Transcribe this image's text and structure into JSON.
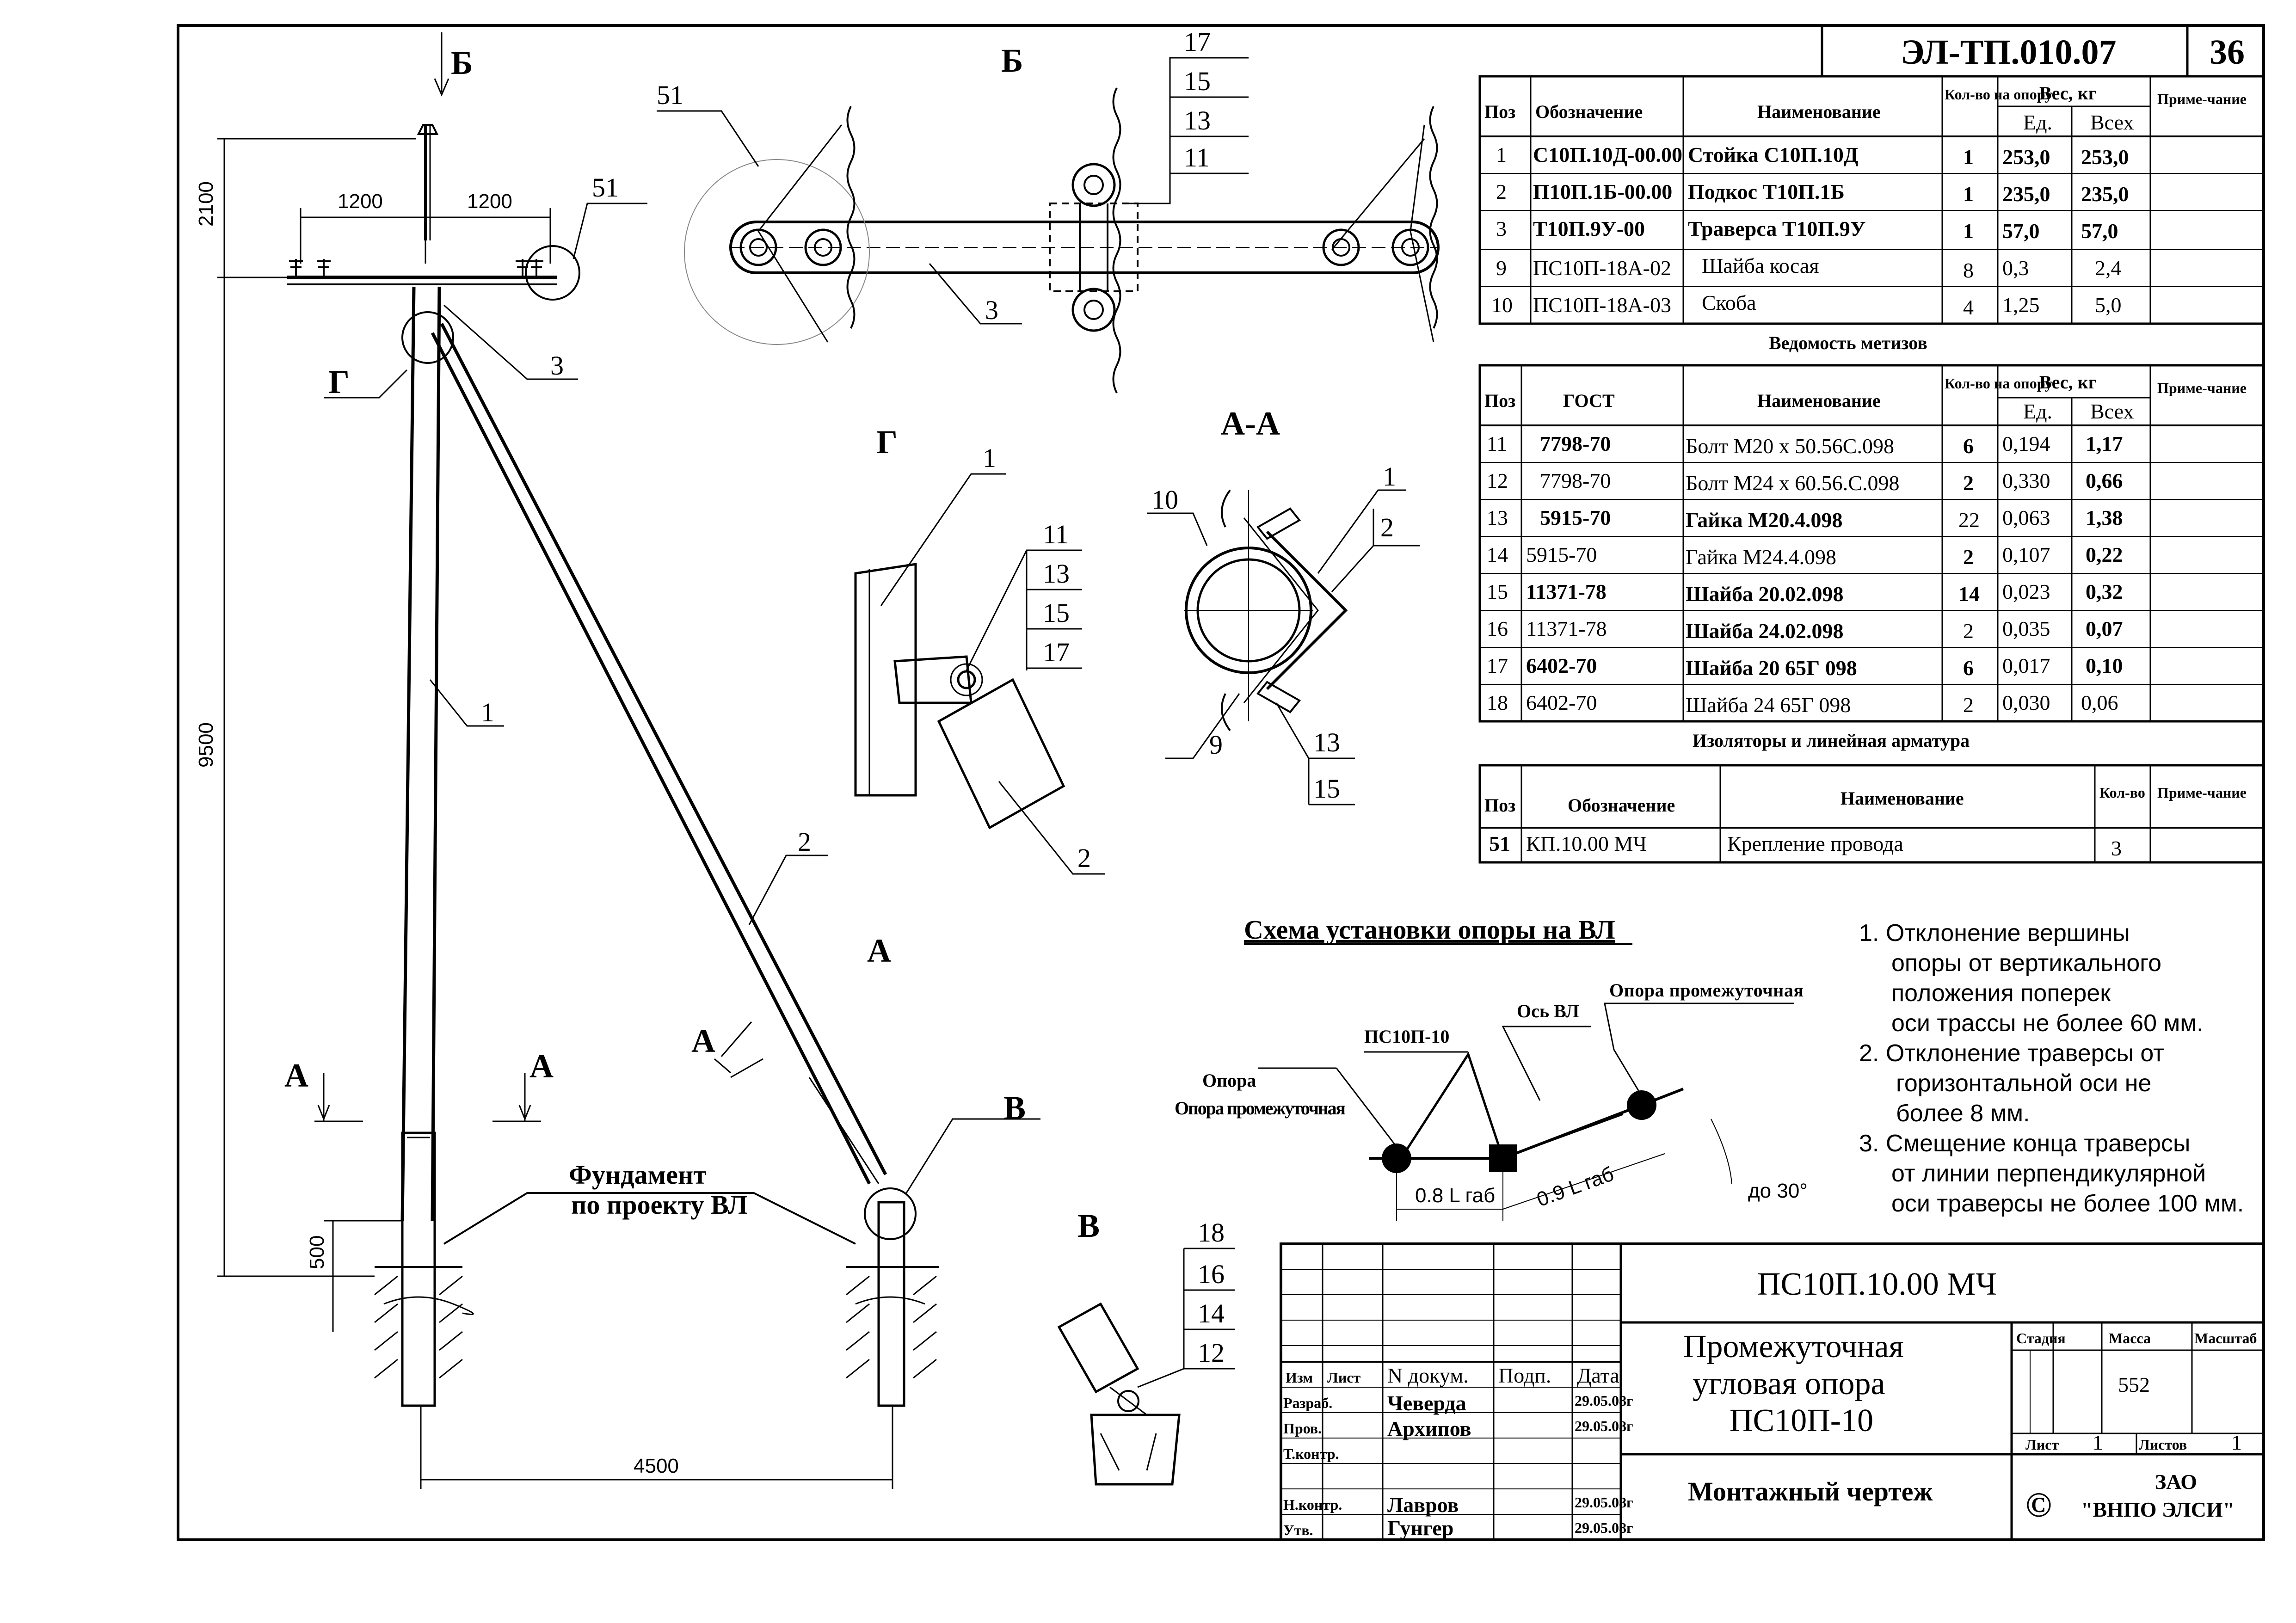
{
  "frame": {
    "code": "ЭЛ-ТП.010.07",
    "sheet_number": "36"
  },
  "specification": {
    "headers": {
      "pos": "Поз",
      "designation": "Обозначение",
      "name": "Наименование",
      "qty": "Кол-во на опору",
      "weight": "Вес, кг",
      "unit": "Ед.",
      "total": "Всех",
      "note": "Приме-чание"
    },
    "rows": [
      {
        "pos": "1",
        "designation": "С10П.10Д-00.00",
        "name": "Стойка  С10П.10Д",
        "qty": "1",
        "unit": "253,0",
        "total": "253,0"
      },
      {
        "pos": "2",
        "designation": "П10П.1Б-00.00",
        "name": "Подкос  Т10П.1Б",
        "qty": "1",
        "unit": "235,0",
        "total": "235,0"
      },
      {
        "pos": "3",
        "designation": "Т10П.9У-00",
        "name": "Траверса  Т10П.9У",
        "qty": "1",
        "unit": "57,0",
        "total": "57,0"
      },
      {
        "pos": "9",
        "designation": "ПС10П-18А-02",
        "name": "Шайба косая",
        "qty": "8",
        "unit": "0,3",
        "total": "2,4"
      },
      {
        "pos": "10",
        "designation": "ПС10П-18А-03",
        "name": "Скоба",
        "qty": "4",
        "unit": "1,25",
        "total": "5,0"
      }
    ]
  },
  "hardware": {
    "title": "Ведомость метизов",
    "headers": {
      "pos": "Поз",
      "gost": "ГОСТ",
      "name": "Наименование",
      "qty": "Кол-во на опору",
      "weight": "Вес, кг",
      "unit": "Ед.",
      "total": "Всех",
      "note": "Приме-чание"
    },
    "rows": [
      {
        "pos": "11",
        "gost": "7798-70",
        "name": "Болт М20 х 50.56С.098",
        "qty": "6",
        "unit": "0,194",
        "total": "1,17"
      },
      {
        "pos": "12",
        "gost": "7798-70",
        "name": "Болт М24 х 60.56.С.098",
        "qty": "2",
        "unit": "0,330",
        "total": "0,66"
      },
      {
        "pos": "13",
        "gost": "5915-70",
        "name": "Гайка  М20.4.098",
        "qty": "22",
        "unit": "0,063",
        "total": "1,38"
      },
      {
        "pos": "14",
        "gost": "5915-70",
        "name": "Гайка  М24.4.098",
        "qty": "2",
        "unit": "0,107",
        "total": "0,22"
      },
      {
        "pos": "15",
        "gost": "11371-78",
        "name": "Шайба  20.02.098",
        "qty": "14",
        "unit": "0,023",
        "total": "0,32"
      },
      {
        "pos": "16",
        "gost": "11371-78",
        "name": "Шайба  24.02.098",
        "qty": "2",
        "unit": "0,035",
        "total": "0,07"
      },
      {
        "pos": "17",
        "gost": "6402-70",
        "name": "Шайба  20 65Г 098",
        "qty": "6",
        "unit": "0,017",
        "total": "0,10"
      },
      {
        "pos": "18",
        "gost": "6402-70",
        "name": "Шайба  24 65Г  098",
        "qty": "2",
        "unit": "0,030",
        "total": "0,06"
      }
    ]
  },
  "insulators": {
    "title": "Изоляторы и линейная арматура",
    "headers": {
      "pos": "Поз",
      "designation": "Обозначение",
      "name": "Наименование",
      "qty": "Кол-во",
      "note": "Приме-чание"
    },
    "rows": [
      {
        "pos": "51",
        "designation": "КП.10.00 МЧ",
        "name": "Крепление провода",
        "qty": "3"
      }
    ]
  },
  "scheme": {
    "title": "Схема установки опоры на ВЛ",
    "left_support": "Опора промежуточная",
    "corner": "ПС10П-10",
    "axis": "Ось ВЛ",
    "right_support": "Опора промежуточная",
    "dim_left": "0.8 L габ",
    "dim_right": "0.9 L габ",
    "angle": "до 30°"
  },
  "notes": [
    "1. Отклонение вершины",
    "опоры от вертикального",
    "положения поперек",
    "оси трассы не более 60 мм.",
    "2. Отклонение траверсы от",
    "горизонтальной оси не",
    "более 8 мм.",
    "3. Смещение конца траверсы",
    "от линии перпендикулярной",
    "оси траверсы не более 100 мм."
  ],
  "views": {
    "b_top": "Б",
    "g": "Г",
    "aa": "А-А",
    "v": "В",
    "a": "А"
  },
  "dimensions": {
    "d2100": "2100",
    "d1200a": "1200",
    "d1200b": "1200",
    "d9500": "9500",
    "d500": "500",
    "d4500": "4500"
  },
  "callouts": {
    "c1": "1",
    "c2": "2",
    "c3": "3",
    "c9": "9",
    "c10": "10",
    "c11": "11",
    "c12": "12",
    "c13": "13",
    "c14": "14",
    "c15": "15",
    "c16": "16",
    "c17": "17",
    "c18": "18",
    "c51": "51"
  },
  "foundation": [
    "Фундамент",
    "по проекту ВЛ"
  ],
  "title_block": {
    "document_code": "ПС10П.10.00 МЧ",
    "title": [
      "Промежуточная",
      "угловая опора",
      "ПС10П-10"
    ],
    "drawing_type": "Монтажный чертеж",
    "headers": {
      "izm": "Изм",
      "list": "Лист",
      "ndoc": "N докум.",
      "sign": "Подп.",
      "date": "Дата"
    },
    "roles": [
      {
        "role": "Разраб.",
        "name": "Чеверда",
        "date": "29.05.08г"
      },
      {
        "role": "Пров.",
        "name": "Архипов",
        "date": "29.05.08г"
      },
      {
        "role": "Т.контр.",
        "name": "",
        "date": ""
      },
      {
        "role": "Н.контр.",
        "name": "Лавров",
        "date": "29.05.08г"
      },
      {
        "role": "Утв.",
        "name": "Гунгер",
        "date": "29.05.08г"
      }
    ],
    "stage_label": "Стадия",
    "mass_label": "Масса",
    "scale_label": "Масштаб",
    "mass": "552",
    "sheet_label": "Лист",
    "sheet": "1",
    "sheets_label": "Листов",
    "sheets": "1",
    "company": [
      "ЗАО",
      "\"ВНПО ЭЛСИ\""
    ],
    "copyright": "©"
  }
}
